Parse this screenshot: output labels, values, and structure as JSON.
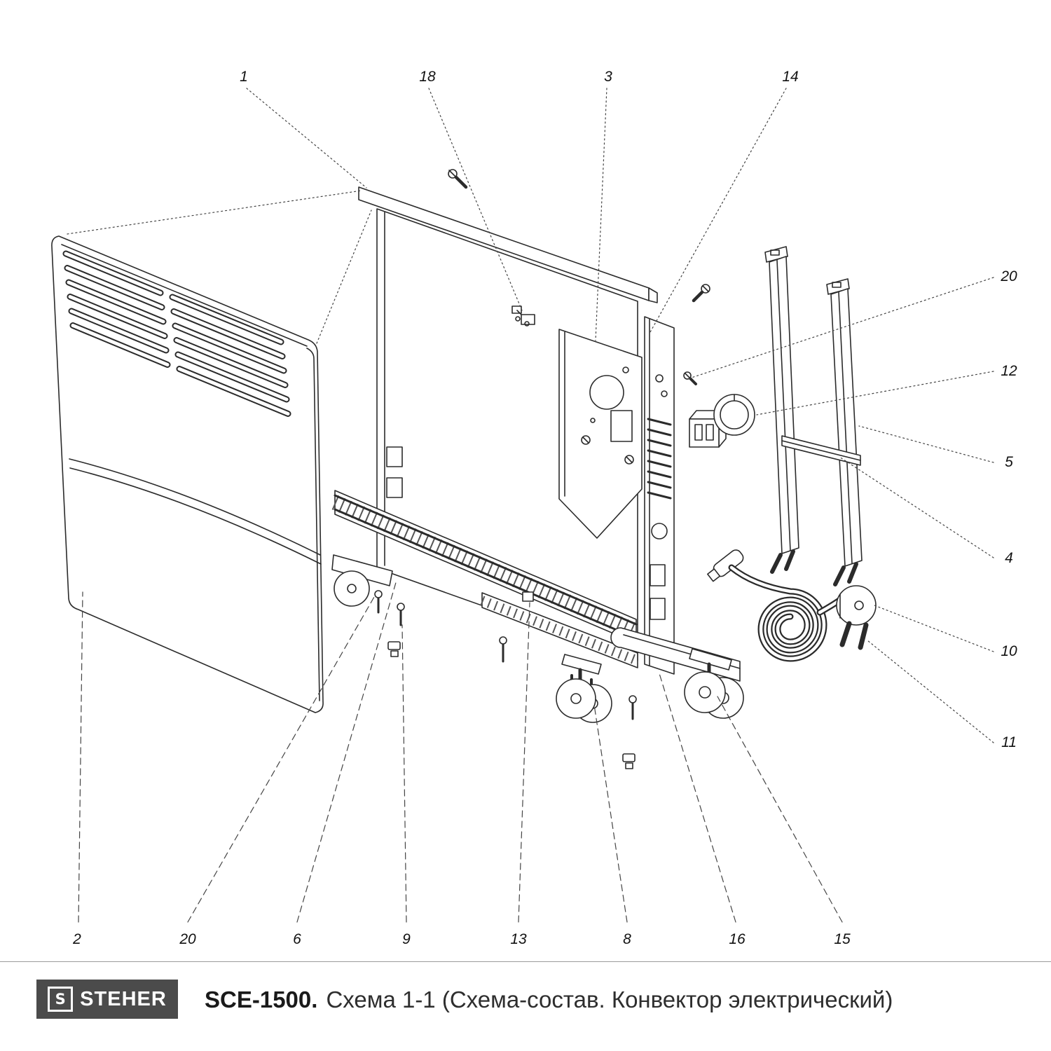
{
  "colors": {
    "background": "#ffffff",
    "line_art": "#2b2b2b",
    "logo_background": "#4b4b4b",
    "logo_text": "#ffffff"
  },
  "callouts": {
    "top": [
      "1",
      "18",
      "3",
      "14"
    ],
    "right": [
      "20",
      "12",
      "5",
      "4",
      "10",
      "11"
    ],
    "bottom": [
      "2",
      "20",
      "6",
      "9",
      "13",
      "8",
      "16",
      "15"
    ]
  },
  "footer": {
    "brand": "STEHER",
    "brand_icon": "S",
    "model": "SCE-1500.",
    "subtitle": "Схема 1-1 (Схема-состав. Конвектор электрический)"
  }
}
